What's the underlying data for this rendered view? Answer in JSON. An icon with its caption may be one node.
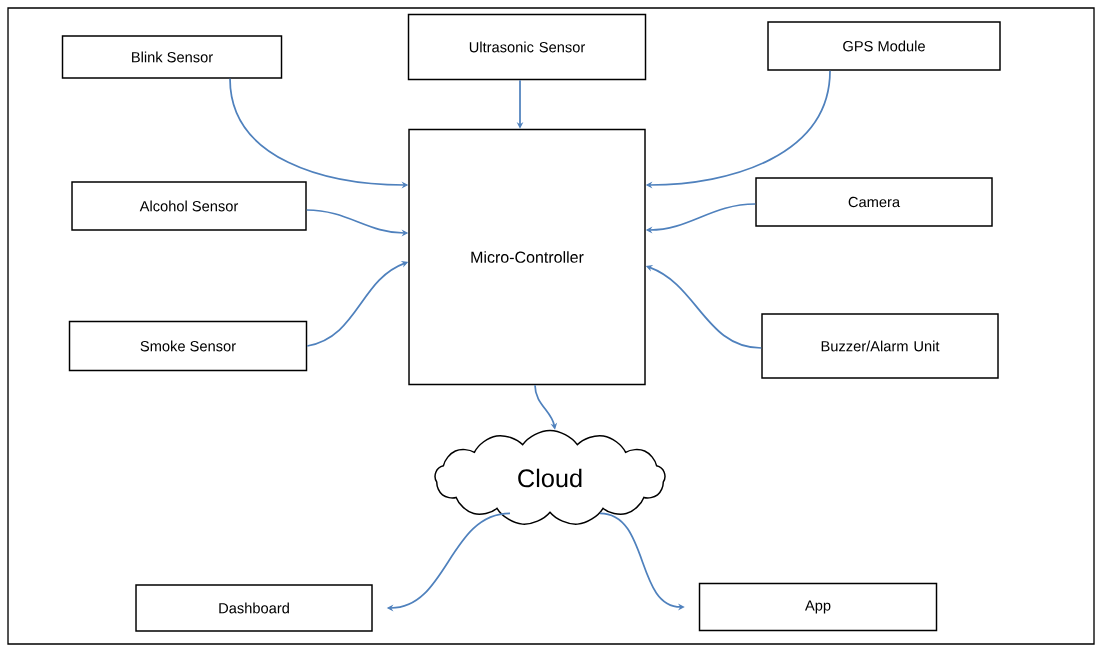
{
  "diagram": {
    "nodes": [
      {
        "text": [
          "Blink Sensor"
        ]
      },
      {
        "text": [
          "Ultrasonic Sensor"
        ]
      },
      {
        "text": [
          "GPS Module"
        ]
      },
      {
        "text": [
          "Alcohol Sensor"
        ]
      },
      {
        "text": [
          "Micro-Controller"
        ]
      },
      {
        "text": [
          "Camera"
        ]
      },
      {
        "text": [
          "Smoke Sensor"
        ]
      },
      {
        "text": [
          "Buzzer/Alarm Unit"
        ]
      },
      {
        "text": [
          "Cloud"
        ]
      },
      {
        "text": [
          "Dashboard"
        ]
      },
      {
        "text": [
          "App"
        ]
      }
    ],
    "edges": [
      {
        "from": 0,
        "to": 4,
        "arrow": "to"
      },
      {
        "from": 1,
        "to": 4,
        "arrow": "to"
      },
      {
        "from": 2,
        "to": 4,
        "arrow": "to"
      },
      {
        "from": 3,
        "to": 4,
        "arrow": "to"
      },
      {
        "from": 5,
        "to": 4,
        "arrow": "to"
      },
      {
        "from": 6,
        "to": 4,
        "arrow": "to"
      },
      {
        "from": 7,
        "to": 4,
        "arrow": "to"
      },
      {
        "from": 4,
        "to": 8,
        "arrow": "to"
      },
      {
        "from": 8,
        "to": 9,
        "arrow": "to"
      },
      {
        "from": 8,
        "to": 10,
        "arrow": "to"
      }
    ]
  }
}
